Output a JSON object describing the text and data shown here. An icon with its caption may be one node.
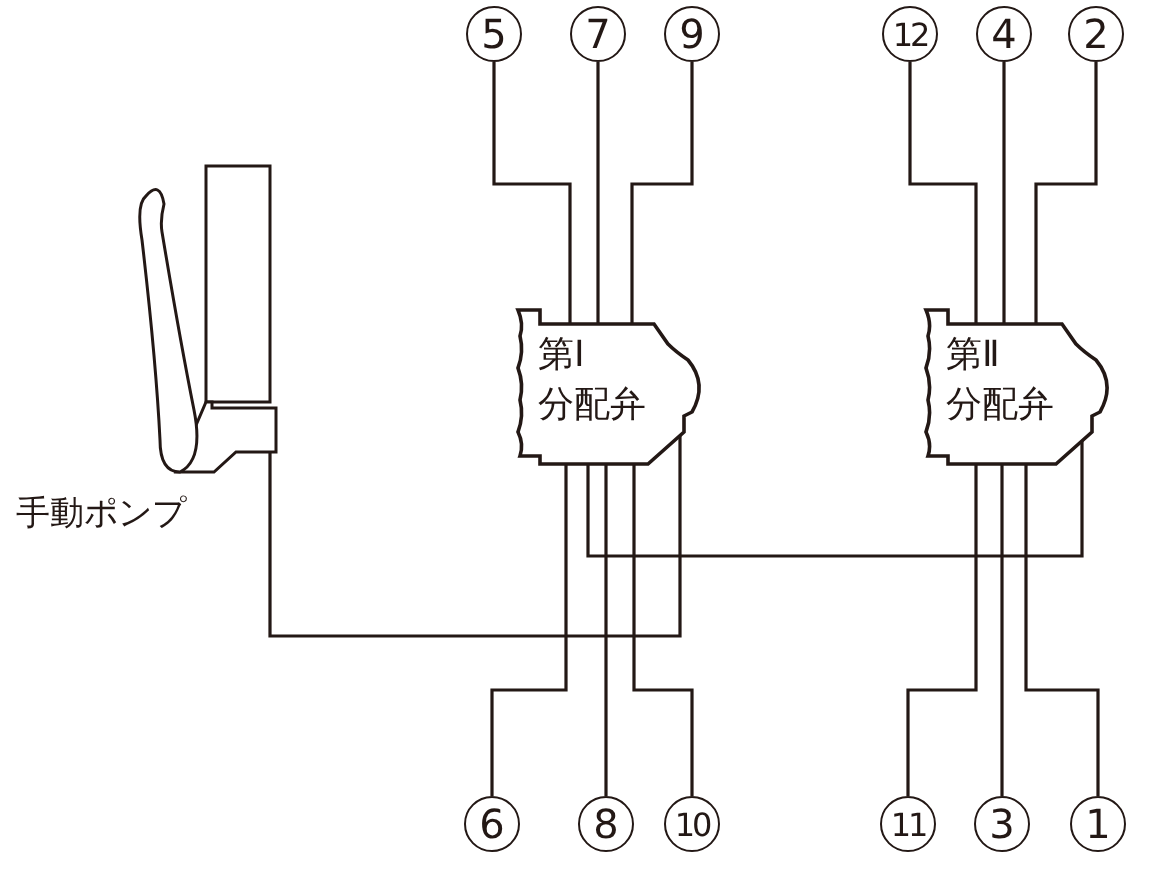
{
  "diagram": {
    "nodes": [
      {
        "text": [],
        "shape": "picture",
        "beside": [
          "手動ポンプ"
        ]
      },
      {
        "text": [
          "第Ⅰ",
          "分配弁"
        ]
      },
      {
        "text": [
          "第Ⅱ",
          "分配弁"
        ]
      },
      {
        "text": [
          "5"
        ]
      },
      {
        "text": [
          "7"
        ]
      },
      {
        "text": [
          "9"
        ]
      },
      {
        "text": [
          "12"
        ]
      },
      {
        "text": [
          "4"
        ]
      },
      {
        "text": [
          "2"
        ]
      },
      {
        "text": [
          "6"
        ]
      },
      {
        "text": [
          "8"
        ]
      },
      {
        "text": [
          "10"
        ]
      },
      {
        "text": [
          "11"
        ]
      },
      {
        "text": [
          "3"
        ]
      },
      {
        "text": [
          "1"
        ]
      }
    ],
    "edges": [
      {
        "from": 0,
        "to": 1,
        "arrow": "none"
      },
      {
        "from": 1,
        "to": 2,
        "arrow": "none"
      },
      {
        "from": 1,
        "to": 3,
        "arrow": "none"
      },
      {
        "from": 1,
        "to": 4,
        "arrow": "none"
      },
      {
        "from": 1,
        "to": 5,
        "arrow": "none"
      },
      {
        "from": 1,
        "to": 9,
        "arrow": "none"
      },
      {
        "from": 1,
        "to": 10,
        "arrow": "none"
      },
      {
        "from": 1,
        "to": 11,
        "arrow": "none"
      },
      {
        "from": 2,
        "to": 6,
        "arrow": "none"
      },
      {
        "from": 2,
        "to": 7,
        "arrow": "none"
      },
      {
        "from": 2,
        "to": 8,
        "arrow": "none"
      },
      {
        "from": 2,
        "to": 12,
        "arrow": "none"
      },
      {
        "from": 2,
        "to": 13,
        "arrow": "none"
      },
      {
        "from": 2,
        "to": 14,
        "arrow": "none"
      }
    ]
  }
}
